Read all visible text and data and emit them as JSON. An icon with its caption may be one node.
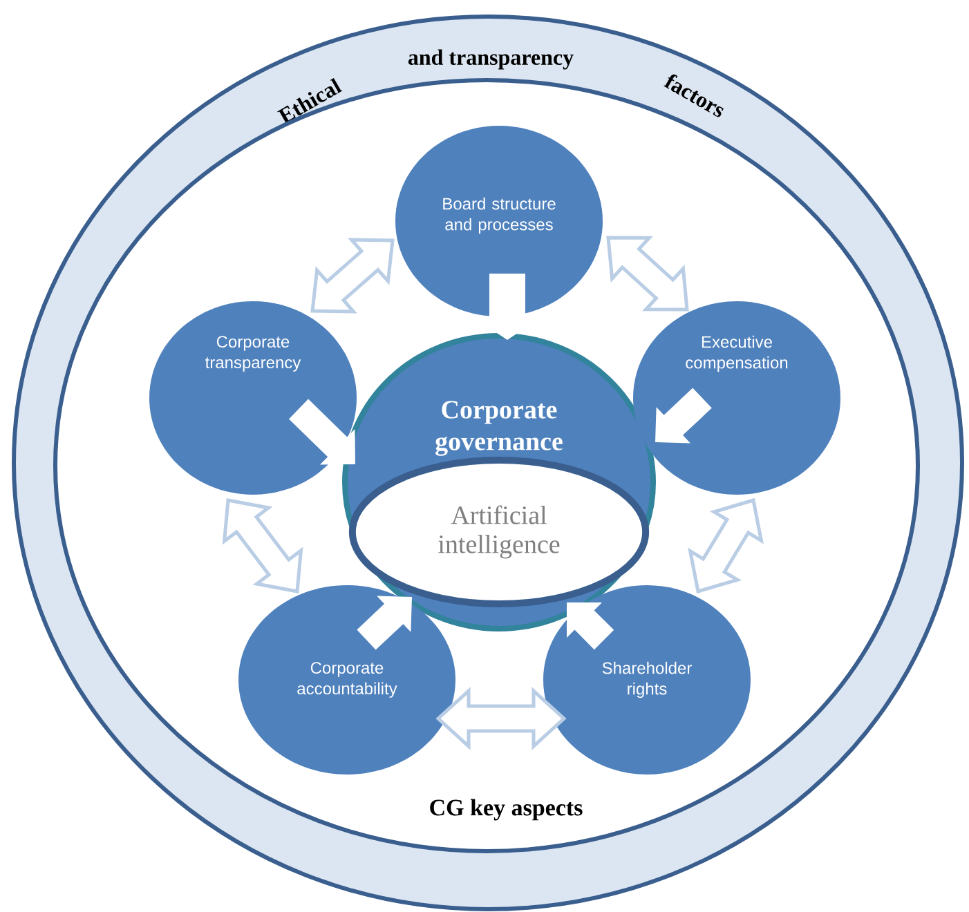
{
  "diagram": {
    "nodes": [
      {
        "text": [
          "Ethical",
          "and transparency",
          "factors"
        ]
      },
      {
        "text": [
          "CG key aspects"
        ],
        "in": 0
      },
      {
        "text": [
          "Corporate governance"
        ],
        "in": 1
      },
      {
        "text": [
          "Artificial intelligence"
        ],
        "in": 2
      },
      {
        "text": [
          "Board structure and processes"
        ],
        "in": 1
      },
      {
        "text": [
          "Executive compensation"
        ],
        "in": 1
      },
      {
        "text": [
          "Shareholder rights"
        ],
        "in": 1
      },
      {
        "text": [
          "Corporate accountability"
        ],
        "in": 1
      },
      {
        "text": [
          "Corporate transparency"
        ],
        "in": 1
      }
    ],
    "edges": [
      {
        "from": 4,
        "to": 5,
        "arrow": "both"
      },
      {
        "from": 5,
        "to": 6,
        "arrow": "both"
      },
      {
        "from": 6,
        "to": 7,
        "arrow": "both"
      },
      {
        "from": 7,
        "to": 8,
        "arrow": "both"
      },
      {
        "from": 8,
        "to": 4,
        "arrow": "both"
      },
      {
        "from": 4,
        "to": 2,
        "arrow": "to"
      },
      {
        "from": 5,
        "to": 2,
        "arrow": "to"
      },
      {
        "from": 6,
        "to": 2,
        "arrow": "to"
      },
      {
        "from": 7,
        "to": 2,
        "arrow": "to"
      },
      {
        "from": 8,
        "to": 2,
        "arrow": "to"
      }
    ]
  }
}
